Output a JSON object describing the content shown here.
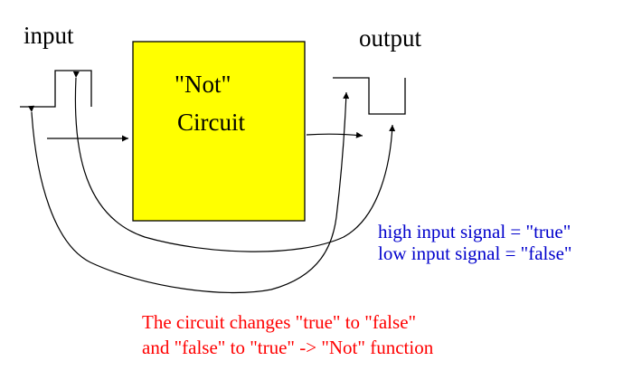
{
  "labels": {
    "input": "input",
    "output": "output"
  },
  "circuit": {
    "line1": "\"Not\"",
    "line2": "Circuit",
    "fill": "#ffff00"
  },
  "legend": {
    "line1": "high input signal = \"true\"",
    "line2": "low input signal = \"false\"",
    "color": "#0000cc"
  },
  "note": {
    "line1": "The circuit changes \"true\" to \"false\"",
    "line2": "and \"false\" to \"true\" -> \"Not\" function",
    "color": "#ff0000"
  },
  "waveforms": {
    "input": [
      "low",
      "high"
    ],
    "output": [
      "high",
      "low"
    ]
  }
}
